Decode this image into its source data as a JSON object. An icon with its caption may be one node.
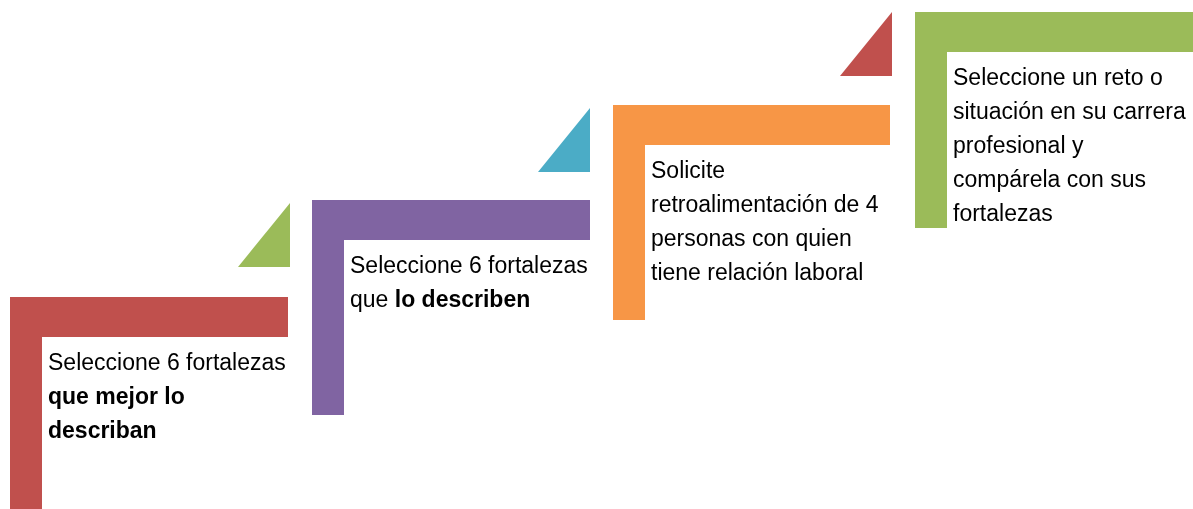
{
  "diagram": {
    "nodes": [
      {
        "text": [
          "Seleccione 6 fortalezas **que mejor lo describan**"
        ]
      },
      {
        "text": [
          "Seleccione 6 fortalezas que **lo describen**"
        ]
      },
      {
        "text": [
          "Solicite retroalimentación de 4 personas con quien tiene relación laboral"
        ]
      },
      {
        "text": [
          "Seleccione un reto o situación en su carrera profesional y compárela con sus fortalezas"
        ]
      }
    ]
  }
}
